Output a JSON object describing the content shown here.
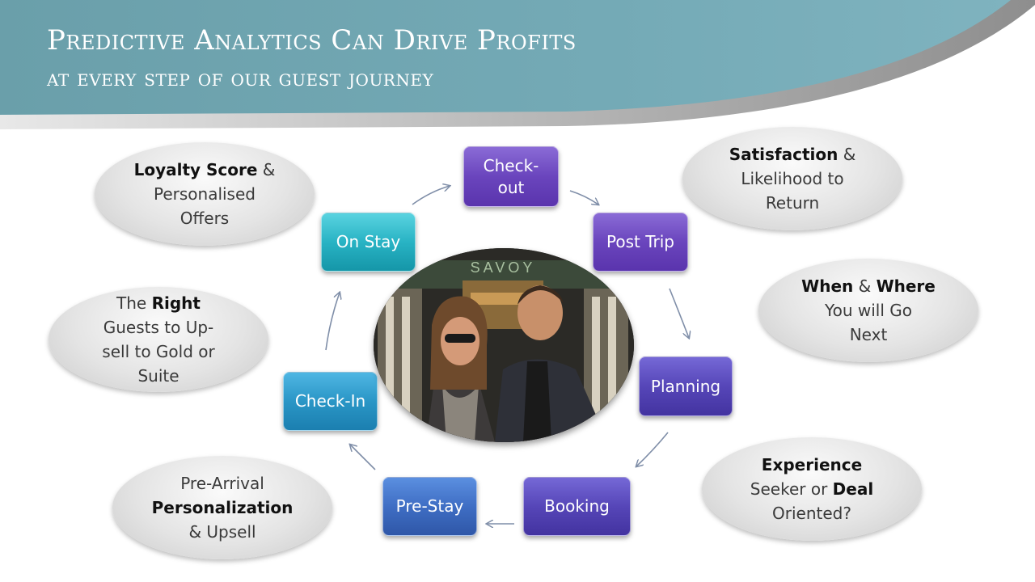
{
  "title": {
    "line1": "Predictive Analytics  Can Drive Profits",
    "line2": "at every step of our guest journey"
  },
  "steps": [
    {
      "label": "Check-\nout"
    },
    {
      "label": "Post Trip"
    },
    {
      "label": "Planning"
    },
    {
      "label": "Booking"
    },
    {
      "label": "Pre-Stay"
    },
    {
      "label": "Check-In"
    },
    {
      "label": "On Stay"
    }
  ],
  "insights": {
    "loyalty": {
      "b1": "Loyalty Score",
      "t1": " &",
      "t2": "Personalised",
      "t3": "Offers"
    },
    "satisfaction": {
      "b1": "Satisfaction",
      "t1": " &",
      "t2": "Likelihood to",
      "t3": "Return"
    },
    "right": {
      "t1": "The ",
      "b1": "Right",
      "t2": "Guests to Up-",
      "t3": "sell to Gold or",
      "t4": "Suite"
    },
    "when_where": {
      "b1": "When",
      "t1": " & ",
      "b2": "Where",
      "t2": "You will Go",
      "t3": "Next"
    },
    "pre_arrival": {
      "t1": "Pre-Arrival",
      "b1": "Personalization",
      "t2": "& Upsell"
    },
    "experience": {
      "b1": "Experience",
      "t1": "Seeker or ",
      "b2": "Deal",
      "t2": "Oriented?"
    }
  },
  "photo": {
    "sign": "SAVOY"
  },
  "colors": {
    "header": "#6ea6b2",
    "arrow": "#7f8ea8"
  },
  "icons": {
    "arrow": "curved-arrow-icon"
  }
}
